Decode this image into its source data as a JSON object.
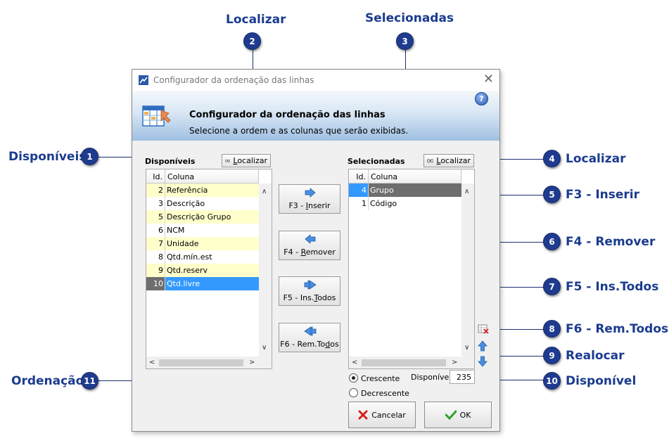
{
  "callouts": {
    "c1": {
      "num": "1",
      "label": "Disponíveis"
    },
    "c2": {
      "num": "2",
      "label": "Localizar"
    },
    "c3": {
      "num": "3",
      "label": "Selecionadas"
    },
    "c4": {
      "num": "4",
      "label": "Localizar"
    },
    "c5": {
      "num": "5",
      "label": "F3 - Inserir"
    },
    "c6": {
      "num": "6",
      "label": "F4 - Remover"
    },
    "c7": {
      "num": "7",
      "label": "F5 - Ins.Todos"
    },
    "c8": {
      "num": "8",
      "label": "F6 - Rem.Todos"
    },
    "c9": {
      "num": "9",
      "label": "Realocar"
    },
    "c10": {
      "num": "10",
      "label": "Disponível"
    },
    "c11": {
      "num": "11",
      "label": "Ordenação"
    }
  },
  "window": {
    "title": "Configurador da ordenação das linhas",
    "header_title": "Configurador da ordenação das linhas",
    "header_subtitle": "Selecione a ordem e as colunas que serão exibidas.",
    "help_label": "?"
  },
  "available": {
    "label": "Disponíveis",
    "find_button": {
      "prefix": "",
      "hot": "L",
      "rest": "ocalizar"
    },
    "columns": {
      "id": "Id.",
      "name": "Coluna"
    },
    "rows": [
      {
        "id": "2",
        "name": "Referência"
      },
      {
        "id": "3",
        "name": "Descrição"
      },
      {
        "id": "5",
        "name": "Descrição Grupo"
      },
      {
        "id": "6",
        "name": "NCM"
      },
      {
        "id": "7",
        "name": "Unidade"
      },
      {
        "id": "8",
        "name": "Qtd.mín.est"
      },
      {
        "id": "9",
        "name": "Qtd.reserv"
      },
      {
        "id": "10",
        "name": "Qtd.livre"
      }
    ]
  },
  "selected": {
    "label": "Selecionadas",
    "find_button": {
      "prefix": "",
      "hot": "L",
      "rest": "ocalizar"
    },
    "columns": {
      "id": "Id.",
      "name": "Coluna"
    },
    "rows": [
      {
        "id": "4",
        "name": "Grupo"
      },
      {
        "id": "1",
        "name": "Código"
      }
    ]
  },
  "buttons": {
    "insert": {
      "prefix": "F3 - ",
      "hot": "I",
      "rest": "nserir"
    },
    "remove": {
      "prefix": "F4 - ",
      "hot": "R",
      "rest": "emover"
    },
    "insert_all": {
      "prefix": "F5 - Ins.",
      "hot": "T",
      "rest": "odos"
    },
    "remove_all": {
      "prefix": "F6 - Rem.To",
      "hot": "d",
      "rest": "os"
    },
    "cancel": "Cancelar",
    "ok": "OK"
  },
  "order": {
    "ascending": "Crescente",
    "descending": "Decrescente",
    "selected": "ascending"
  },
  "disponivel": {
    "label": "Disponível",
    "value": "235"
  },
  "colors": {
    "callout_blue": "#1f3b8f",
    "row_yellow": "#ffffcc",
    "row_selected_blue": "#3399ff",
    "row_selected_gray": "#6e6e6e",
    "row_selected_gray_text": "#ffffff"
  }
}
